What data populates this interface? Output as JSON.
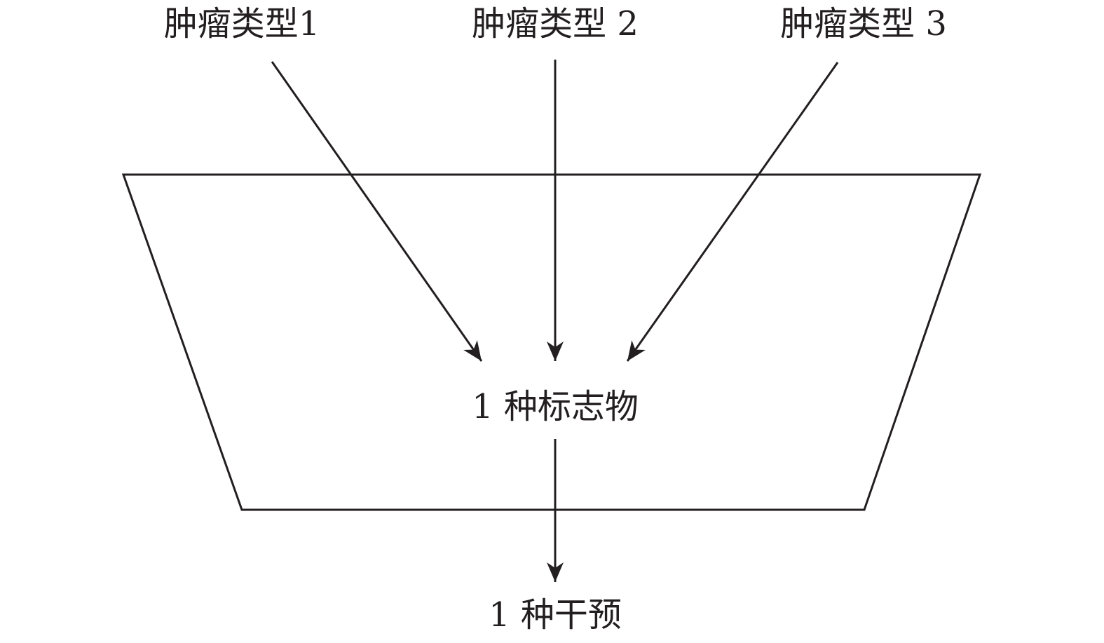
{
  "diagram": {
    "tumor_types": [
      {
        "label": "肿瘤类型1"
      },
      {
        "label": "肿瘤类型 2"
      },
      {
        "label": "肿瘤类型 3"
      }
    ],
    "biomarker": {
      "label": "1 种标志物"
    },
    "intervention": {
      "label": "1 种干预"
    },
    "line_color": "#231f20"
  }
}
